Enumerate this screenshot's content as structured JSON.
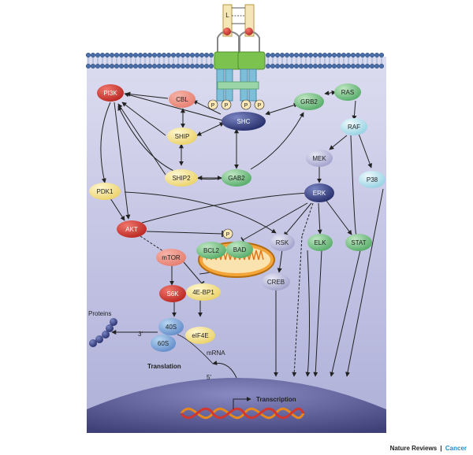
{
  "receptor": {
    "ligand_label": "L",
    "phospho_label": "P"
  },
  "nodes": {
    "pi3k": "PI3K",
    "cbl": "CBL",
    "shc": "SHC",
    "grb2": "GRB2",
    "ras": "RAS",
    "raf": "RAF",
    "ship": "SHIP",
    "mek": "MEK",
    "ship2": "SHIP2",
    "gab2": "GAB2",
    "erk": "ERK",
    "p38": "P38",
    "pdk1": "PDK1",
    "akt": "AKT",
    "rsk": "RSK",
    "elk": "ELK",
    "stat": "STAT",
    "bcl2": "BCL2",
    "bad": "BAD",
    "mtor": "mTOR",
    "creb": "CREB",
    "s6k": "S6K",
    "ebp1": "4E-BP1",
    "s40": "40S",
    "s60": "60S",
    "eif4e": "eIF4E"
  },
  "labels": {
    "proteins": "Proteins",
    "three_prime": "3′",
    "mrna": "mRNA",
    "five_prime": "5′",
    "translation": "Translation",
    "transcription": "Transcription"
  },
  "footer": {
    "journal": "Nature Reviews",
    "separator": "|",
    "section": "Cancer"
  },
  "colors": {
    "cytoplasm": "#c9c9e6",
    "nucleus": "#5a5a92",
    "red_node": "#d2362d",
    "green_node": "#6fbf7f",
    "yellow_node": "#f5e59a",
    "navy_node": "#2f3a7a",
    "light_blue_node": "#b8e3ee",
    "accent_footer": "#1a8fc7"
  }
}
